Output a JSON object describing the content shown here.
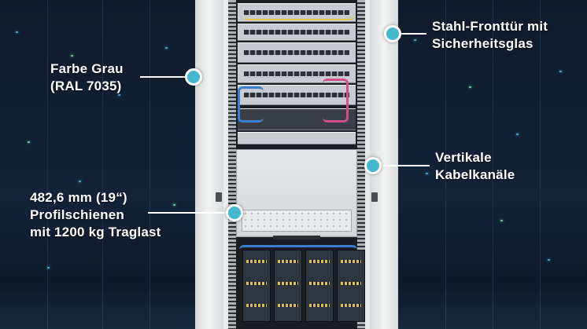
{
  "annotations": {
    "color_label": {
      "line1": "Farbe Grau",
      "line2": "(RAL 7035)"
    },
    "front_door_label": {
      "line1": "Stahl-Fronttür mit",
      "line2": "Sicherheitsglas"
    },
    "cable_ducts_label": {
      "line1": "Vertikale",
      "line2": "Kabelkanäle"
    },
    "rails_label": {
      "line1": "482,6 mm (19“)",
      "line2": "Profilschienen",
      "line3": "mit 1200 kg Traglast"
    }
  },
  "colors": {
    "marker": "#44b8cf",
    "marker_border": "#ffffff",
    "label_text": "#ffffff",
    "rack_body": "#e9ebec",
    "background": "#0b1828"
  },
  "icons": [
    "callout-marker-icon"
  ]
}
